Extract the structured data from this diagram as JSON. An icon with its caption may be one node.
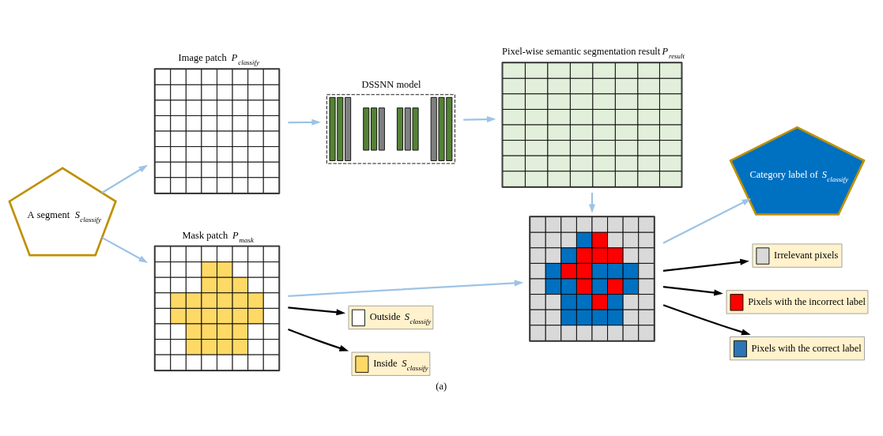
{
  "diagram": {
    "caption": "(a)",
    "nodes": [
      {
        "text": [
          "A segment *S*$_{classify}$"
        ]
      },
      {
        "text": [
          "Image patch *P*$_{classify}$"
        ]
      },
      {
        "text": [
          "DSSNN model"
        ]
      },
      {
        "text": [
          "Pixel-wise semantic segmentation result *P*$_{result}$"
        ]
      },
      {
        "text": [
          "Category label of *S*$_{classify}$"
        ]
      },
      {
        "text": [
          "Mask patch *P*$_{mask}$"
        ]
      },
      {
        "text": [],
        "shape": "box"
      },
      {
        "text": [
          "Outside *S*$_{classify}$"
        ]
      },
      {
        "text": [
          "Inside *S*$_{classify}$"
        ]
      },
      {
        "text": [
          "Irrelevant pixels"
        ]
      },
      {
        "text": [
          "Pixels with the incorrect label"
        ]
      },
      {
        "text": [
          "Pixels with the correct label"
        ]
      }
    ],
    "edges": [
      {
        "from": 0,
        "to": 1,
        "arrow": "to"
      },
      {
        "from": 1,
        "to": 2,
        "arrow": "to"
      },
      {
        "from": 2,
        "to": 3,
        "arrow": "to"
      },
      {
        "from": 3,
        "to": 6,
        "arrow": "to"
      },
      {
        "from": 0,
        "to": 5,
        "arrow": "to"
      },
      {
        "from": 5,
        "to": 6,
        "arrow": "to"
      },
      {
        "from": 6,
        "to": 4,
        "arrow": "to"
      },
      {
        "from": 5,
        "to": 7,
        "arrow": "to",
        "color": "#000000"
      },
      {
        "from": 5,
        "to": 8,
        "arrow": "to",
        "color": "#000000"
      },
      {
        "from": 6,
        "to": 9,
        "arrow": "to",
        "color": "#000000"
      },
      {
        "from": 6,
        "to": 10,
        "arrow": "to",
        "color": "#000000"
      },
      {
        "from": 6,
        "to": 11,
        "arrow": "to",
        "color": "#000000"
      }
    ]
  }
}
